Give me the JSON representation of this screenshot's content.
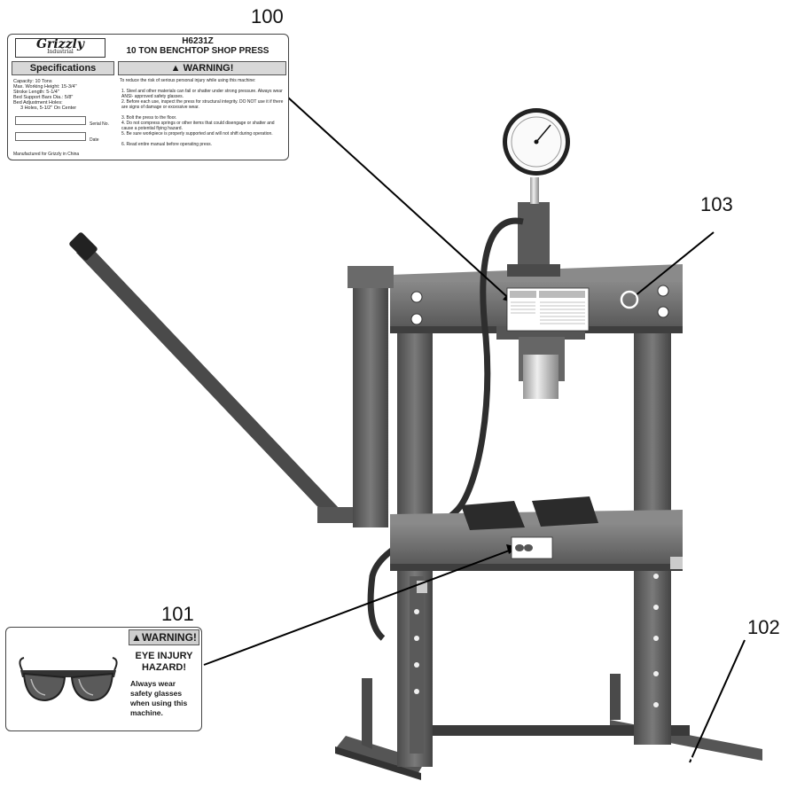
{
  "callouts": {
    "c100": "100",
    "c101": "101",
    "c102": "102",
    "c103": "103"
  },
  "label_100": {
    "brand": "Grizzly",
    "brand_sub": "Industrial",
    "model": "H6231Z",
    "product": "10 TON BENCHTOP SHOP PRESS",
    "specs_heading": "Specifications",
    "warning_heading": "WARNING!",
    "specs": [
      "Capacity: 10 Tons",
      "Max. Working Height: 15-3/4\"",
      "Stroke Length: 5-1/4\"",
      "Bed Support Bars Dia.: 5/8\"",
      "Bed Adjustment Holes:",
      "3 Holes, 5-1/2\" On Center"
    ],
    "serial_label": "Serial No.",
    "date_label": "Date",
    "manufactured": "Manufactured for Grizzly in China",
    "intro": "To reduce the risk of serious personal injury while using this machine:",
    "items": [
      "1. Steel and other materials can fail or shatter under strong pressure. Always wear ANSI- approved safety glasses.",
      "2. Before each use, inspect the press for structural integrity. DO NOT use it if there are signs of damage or excessive wear.",
      "3. Bolt the press to the floor.",
      "4. Do not compress springs or other items that could disengage or shatter and cause a potential flying hazard.",
      "5. Be sure workpiece is properly supported and will not shift during operation.",
      "6. Read entire manual before operating press."
    ]
  },
  "label_101": {
    "warning": "WARNING!",
    "hazard": "EYE INJURY HAZARD!",
    "body": "Always wear safety glasses when using this machine."
  },
  "colors": {
    "frame": "#6a6a6a",
    "frame_dark": "#3e3e3e",
    "frame_light": "#8f8f8f"
  }
}
